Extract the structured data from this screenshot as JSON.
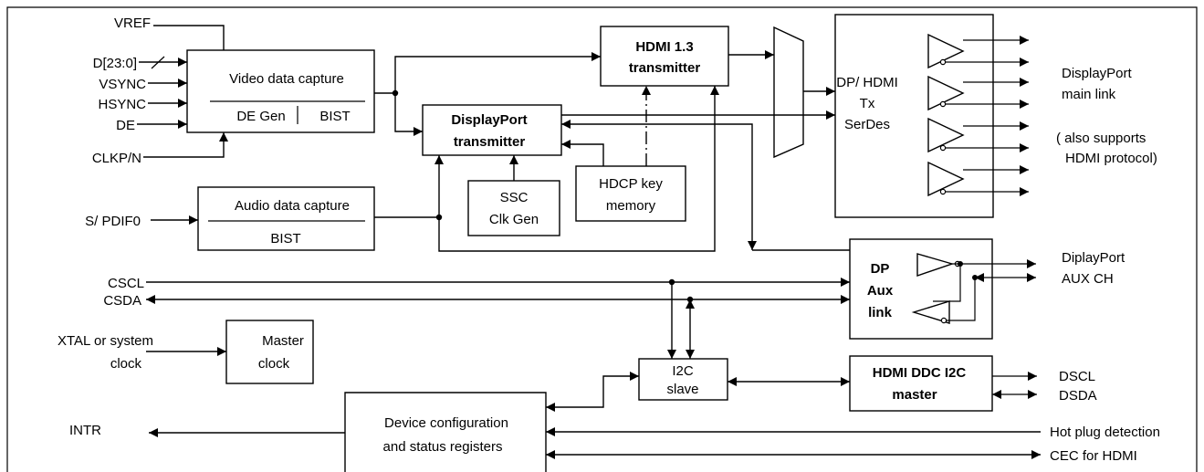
{
  "blocks": {
    "video_capture": {
      "title": "Video data capture",
      "sub_left": "DE Gen",
      "sub_right": "BIST"
    },
    "audio_capture": {
      "title": "Audio data capture",
      "sub": "BIST"
    },
    "hdmi_tx": {
      "line1": "HDMI 1.3",
      "line2": "transmitter"
    },
    "dp_tx": {
      "line1": "DisplayPort",
      "line2": "transmitter"
    },
    "ssc": {
      "line1": "SSC",
      "line2": "Clk Gen"
    },
    "hdcp": {
      "line1": "HDCP key",
      "line2": "memory"
    },
    "serdes": {
      "line1": "DP/ HDMI",
      "line2": "Tx",
      "line3": "SerDes"
    },
    "dp_aux": {
      "line1": "DP",
      "line2": "Aux",
      "line3": "link"
    },
    "master_clock": {
      "line1": "Master",
      "line2": "clock"
    },
    "i2c_slave": {
      "line1": "I2C",
      "line2": "slave"
    },
    "hdmi_ddc": {
      "line1": "HDMI DDC I2C",
      "line2": "master"
    },
    "dev_config": {
      "line1": "Device configuration",
      "line2": "and status registers"
    }
  },
  "inputs": {
    "vref": "VREF",
    "d": "D[23:0]",
    "vsync": "VSYNC",
    "hsync": "HSYNC",
    "de": "DE",
    "clkpn": "CLKP/N",
    "spdif": "S/ PDIF0",
    "cscl": "CSCL",
    "csda": "CSDA",
    "xtal_line1": "XTAL or system",
    "xtal_line2": "clock",
    "intr": "INTR"
  },
  "outputs": {
    "dp_main1": "DisplayPort",
    "dp_main2": "main link",
    "also1": "( also supports",
    "also2": "HDMI protocol)",
    "aux1": "DiplayPort",
    "aux2": "AUX CH",
    "dscl": "DSCL",
    "dsda": "DSDA",
    "hotplug": "Hot plug detection",
    "cec": "CEC for HDMI"
  }
}
